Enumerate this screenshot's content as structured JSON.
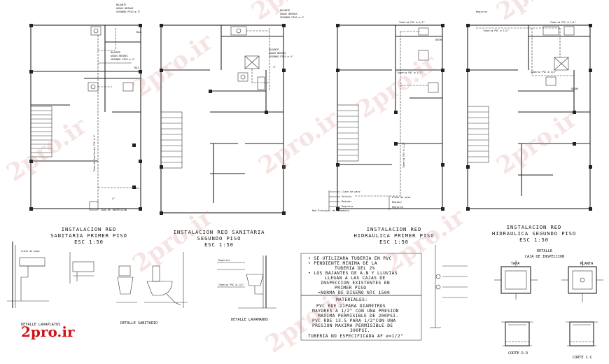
{
  "watermark": "2pro.ir",
  "logo": "2pro.ir",
  "plans": [
    {
      "title_line1": "INSTALACION RED",
      "title_line2": "SANITARIA PRIMER PISO",
      "scale": "ESC 1:50"
    },
    {
      "title_line1": "INSTALACION RED SANITARIA",
      "title_line2": "SEGUNDO PISO",
      "scale": "ESC 1:50"
    },
    {
      "title_line1": "INSTALACION RED",
      "title_line2": "HIDRAULICA PRIMER PISO",
      "scale": "ESC 1:50"
    },
    {
      "title_line1": "INSTALACION RED",
      "title_line2": "HIDRAULICA SEGUNDO PISO",
      "scale": "ESC 1:50"
    }
  ],
  "plan_labels": {
    "bajante_1": [
      "BAJANTE",
      "AGUAS NEGRAS",
      "SEGUNDO PISO ø 3\""
    ],
    "bajante_2": [
      "BAJANTE",
      "AGUAS NEGRAS",
      "SEGUNDO PISO ø 4\""
    ],
    "bajante_3": [
      "BAJANTE",
      "AGUAS NEGRAS",
      "SEGUNDO PISO ø 4\""
    ],
    "tuberia_sanitaria": "Tuberia Sanitaria PVC ø 4\"",
    "tuberia_pvc_1": "Tuberia PVC ø 1/2\"",
    "tuberia_pvc_2": "Tuberia PVC ø 1/2\"",
    "tuberia_pvc_3": "Tuberia PVC ø 1/2\"",
    "tuberia_pvc_4": "Tuberia PVC ø 1/2\"",
    "tuberia_vertical": "Tuberia PVC ø 1/2\"",
    "red_principal": "Red Principal de acueducto",
    "llave_paso": "Llave de paso",
    "registro": "Registro",
    "medidor": "Medidor",
    "ducha": "DUCHA",
    "caja": "CAJA DE INSPECCION",
    "bajante_label": "BAJ.",
    "cota": "4\""
  },
  "legend_items": [
    "Llave de paso",
    "Valvula",
    "Medidor",
    "Registro"
  ],
  "details": {
    "lavaplatos": "DETALLE LAVAPLATOS",
    "sanitario": "DETALLE SANITARIO",
    "lavamanos": "DETALLE LAVAMANOS",
    "caja_title": "DETALLE",
    "caja_subtitle": "CAJA DE INSPECCION",
    "tapa": "TAPA",
    "planta": "PLANTA",
    "corte_dd": "CORTE D-D",
    "corte_cc": "CORTE C-C"
  },
  "notes": {
    "general": [
      "• SE UTILIZARA TUBERIA EN PVC",
      "• PENDIENTE MINIMA DE LA",
      "TUBERIA DEL 2%",
      "• LOS BAJANTES DE A.N Y LLUVIAS",
      "LLEGAN A LAS CAJAS DE",
      "INSPECCION EXISTENTES EN",
      "PRIMER PISO",
      "•NORMA DE DISEÑO NTC 1500"
    ],
    "materiales_title": "MATERIALES:",
    "materiales": [
      "PVC RDE 21PARA DIAMETROS",
      "MAYORES A 1/2\" CON UNA PRESION",
      "MAXIMA PERMISIBLE DE 200PSI.",
      "PVC RDE 13.5 PARA 1/2\"CON UNA",
      "PRESION MAXIMA PERMISIBLE DE",
      "300PSI.",
      "TUBERIA NO ESPECIFICADA AF ø=1/2\""
    ]
  }
}
